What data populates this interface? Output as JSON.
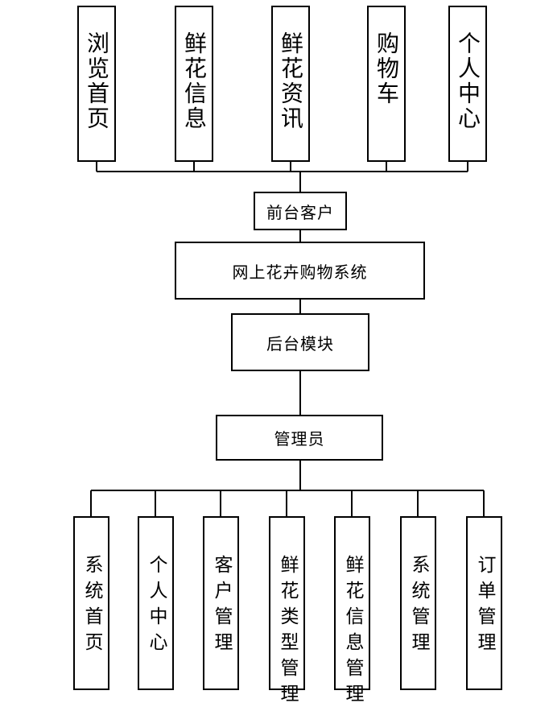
{
  "diagram": {
    "frontend_modules": [
      "浏览首页",
      "鲜花信息",
      "鲜花资讯",
      "购物车",
      "个人中心"
    ],
    "frontend_client": "前台客户",
    "system": "网上花卉购物系统",
    "backend_module": "后台模块",
    "admin": "管理员",
    "admin_modules": [
      "系统首页",
      "个人中心",
      "客户管理",
      "鲜花类型管理",
      "鲜花信息管理",
      "系统管理",
      "订单管理"
    ],
    "line_color": "#000000",
    "box_border_color": "#000000"
  }
}
